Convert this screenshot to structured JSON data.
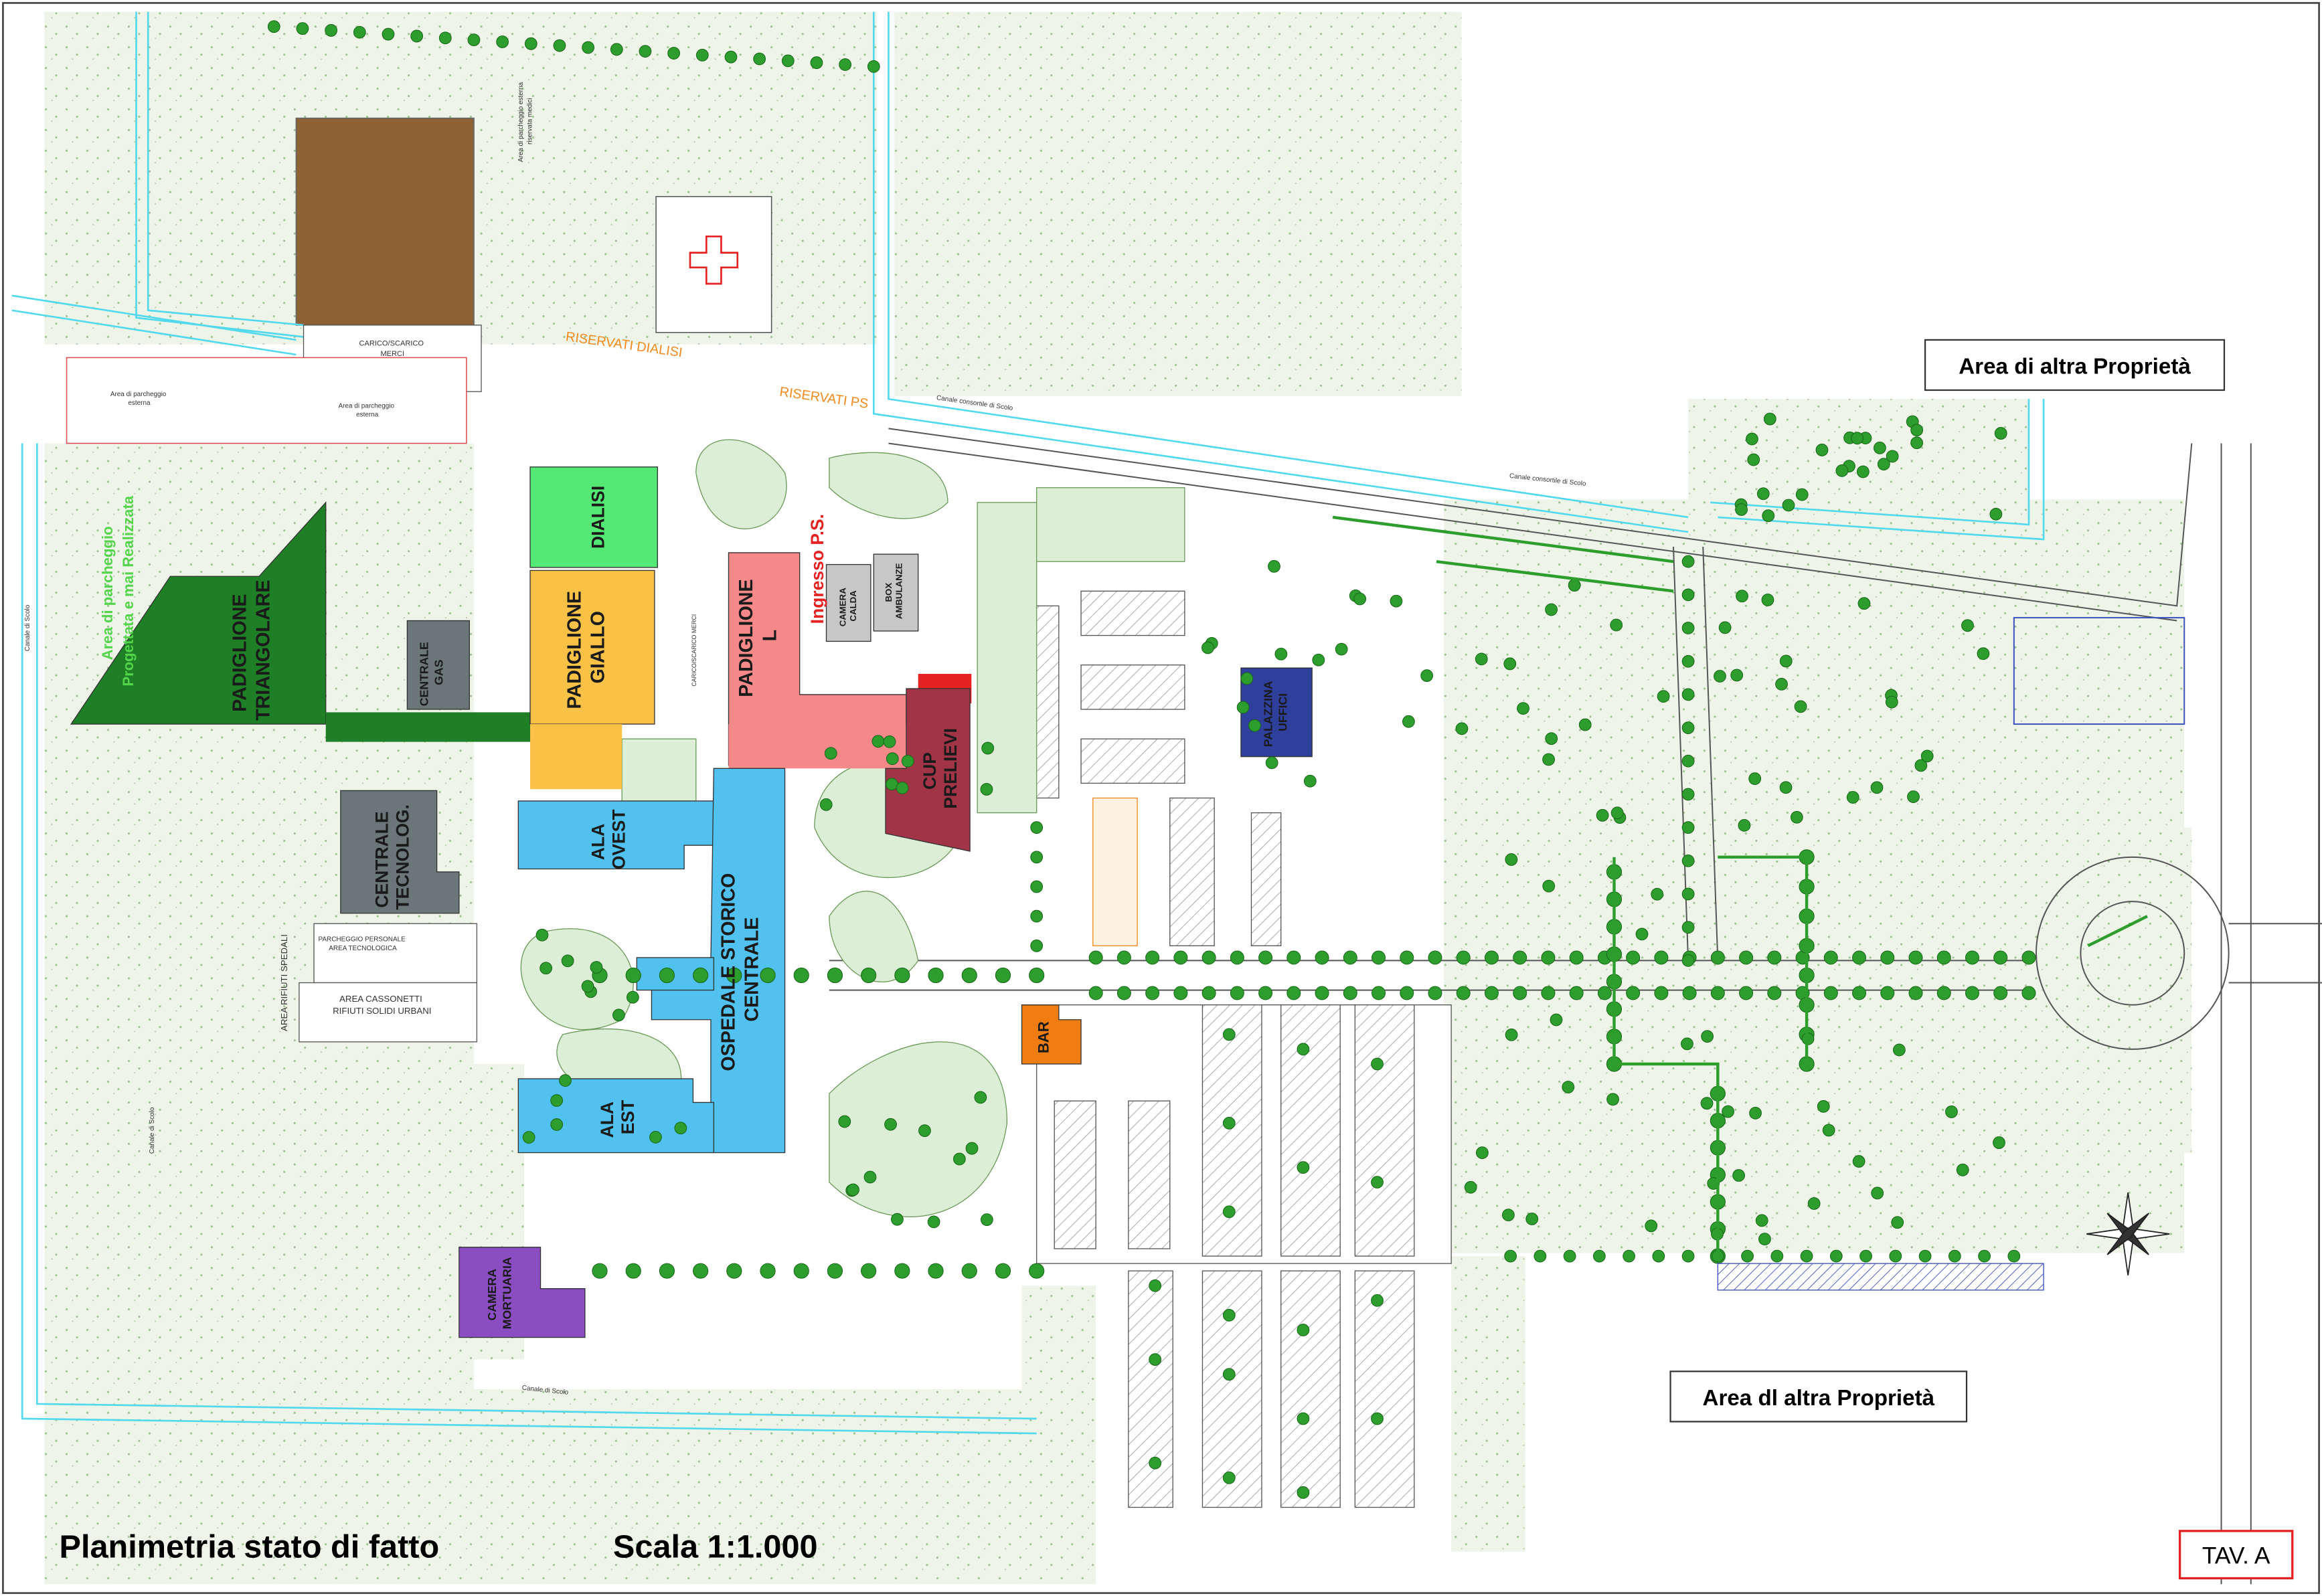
{
  "title": "Planimetria stato di fatto",
  "scale": "Scala 1:1.000",
  "sheet": "TAV. A",
  "other_property": [
    "Area di altra Proprietà",
    "Area dl altra Proprietà"
  ],
  "buildings": {
    "triangolare": [
      "PADIGLIONE",
      "TRIANGOLARE"
    ],
    "dialisi": "DIALISI",
    "giallo": [
      "PADIGLIONE",
      "GIALLO"
    ],
    "padiglione_l": [
      "PADIGLIONE",
      "L"
    ],
    "cup_prelievi": [
      "CUP",
      "PRELIEVI"
    ],
    "ala_ovest": [
      "ALA",
      "OVEST"
    ],
    "ospedale": [
      "OSPEDALE STORICO",
      "CENTRALE"
    ],
    "ala_est": [
      "ALA",
      "EST"
    ],
    "centrale_tecnolog": [
      "CENTRALE",
      "TECNOLOG."
    ],
    "centrale_gas": [
      "CENTRALE",
      "GAS"
    ],
    "camera_mortuaria": [
      "CAMERA",
      "MORTUARIA"
    ],
    "palazzina_uffici": [
      "PALAZZINA",
      "UFFICI"
    ],
    "bar": "BAR",
    "camera_calda": [
      "CAMERA",
      "CALDA"
    ],
    "box_ambulanze": [
      "BOX",
      "AMBULANZE"
    ]
  },
  "labels": {
    "ingresso_ps": "Ingresso P.S.",
    "riservati_dialisi": "RISERVATI DIALISI",
    "riservati_ps": "RISERVATI PS",
    "carico_scarico_merci": [
      "CARICO/SCARICO",
      "MERCI"
    ],
    "carico_scarico_merci_vertical": "CARICO/SCARICO MERCI",
    "parcheggio_progettata": [
      "Area di parcheggio",
      "Progettata e mai Realizzata"
    ],
    "parcheggio_esterna_1": [
      "Area di parcheggio",
      "esterna"
    ],
    "parcheggio_esterna_2": [
      "Area di parcheggio",
      "esterna"
    ],
    "parcheggio_esterna_3": [
      "Area di parcheggio esterna",
      "riservata medici"
    ],
    "parcheggio_personale": [
      "PARCHEGGIO PERSONALE",
      "AREA TECNOLOGICA"
    ],
    "area_cassonetti": [
      "AREA CASSONETTI",
      "RIFIUTI SOLIDI URBANI"
    ],
    "area_rifiuti": "AREA RIFIUTI SPEDALI",
    "canale_1": "Canale consortile di Scolo",
    "canale_2": "Canale consortile di Scolo",
    "canale_3": "Canale di Scolo",
    "canale_4": "Canale di Scolo",
    "canale_5": "Canale di Scolo"
  },
  "colors": {
    "lawn": "#ecf3e6",
    "tree": "#2d9e2d",
    "triangolare": "#1f7f26",
    "dialisi": "#54e874",
    "giallo": "#f9c247",
    "padiglione_l": "#f58989",
    "cup": "#a23448",
    "blue": "#51c2ef",
    "gray_building": "#6b7678",
    "mortuaria": "#8b4ec2",
    "uffici": "#2e3f9c",
    "bar": "#f07d12",
    "field": "#8e6235",
    "canal": "#53d9ee",
    "orange": "#f28a1c"
  },
  "icons": [
    "red-cross-icon",
    "north-arrow-icon"
  ]
}
